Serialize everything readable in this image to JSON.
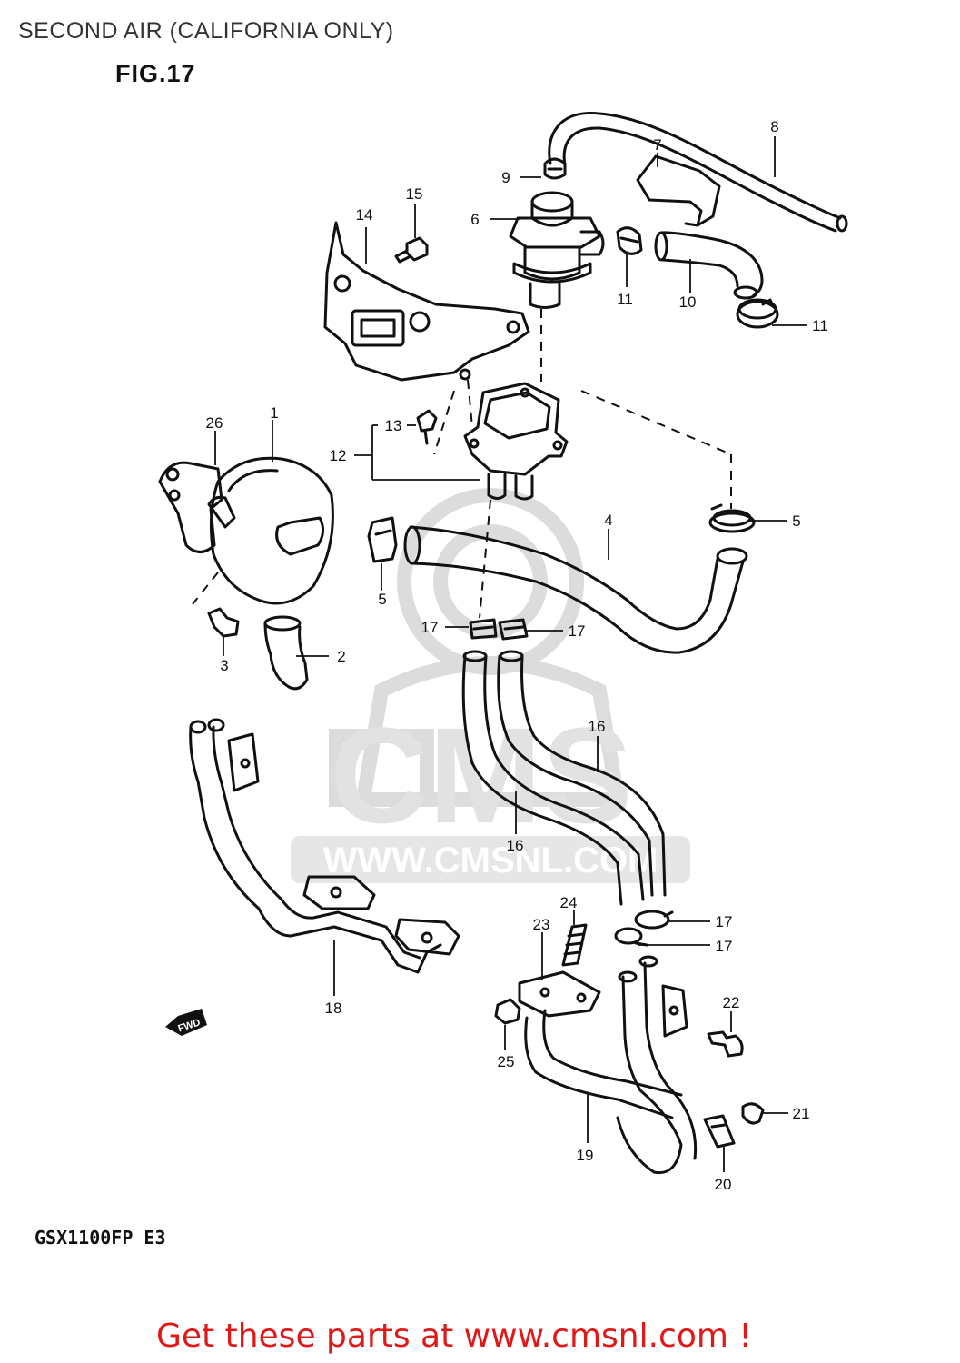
{
  "header": {
    "title": "SECOND AIR (CALIFORNIA ONLY)",
    "figure": "FIG.17"
  },
  "footer": {
    "model_code": "GSX1100FP E3",
    "cta": "Get these parts at www.cmsnl.com !"
  },
  "watermark": {
    "brand": "CMS",
    "url": "WWW.CMSNL.COM"
  },
  "direction_marker": "FWD",
  "callouts": [
    "1",
    "2",
    "3",
    "4",
    "5",
    "5",
    "6",
    "7",
    "8",
    "9",
    "10",
    "11",
    "11",
    "12",
    "13",
    "14",
    "15",
    "16",
    "16",
    "17",
    "17",
    "17",
    "17",
    "18",
    "19",
    "20",
    "21",
    "22",
    "23",
    "24",
    "25",
    "26"
  ],
  "colors": {
    "cta": "#e01818",
    "ink": "#111111",
    "watermark": "#d6d6d6"
  }
}
